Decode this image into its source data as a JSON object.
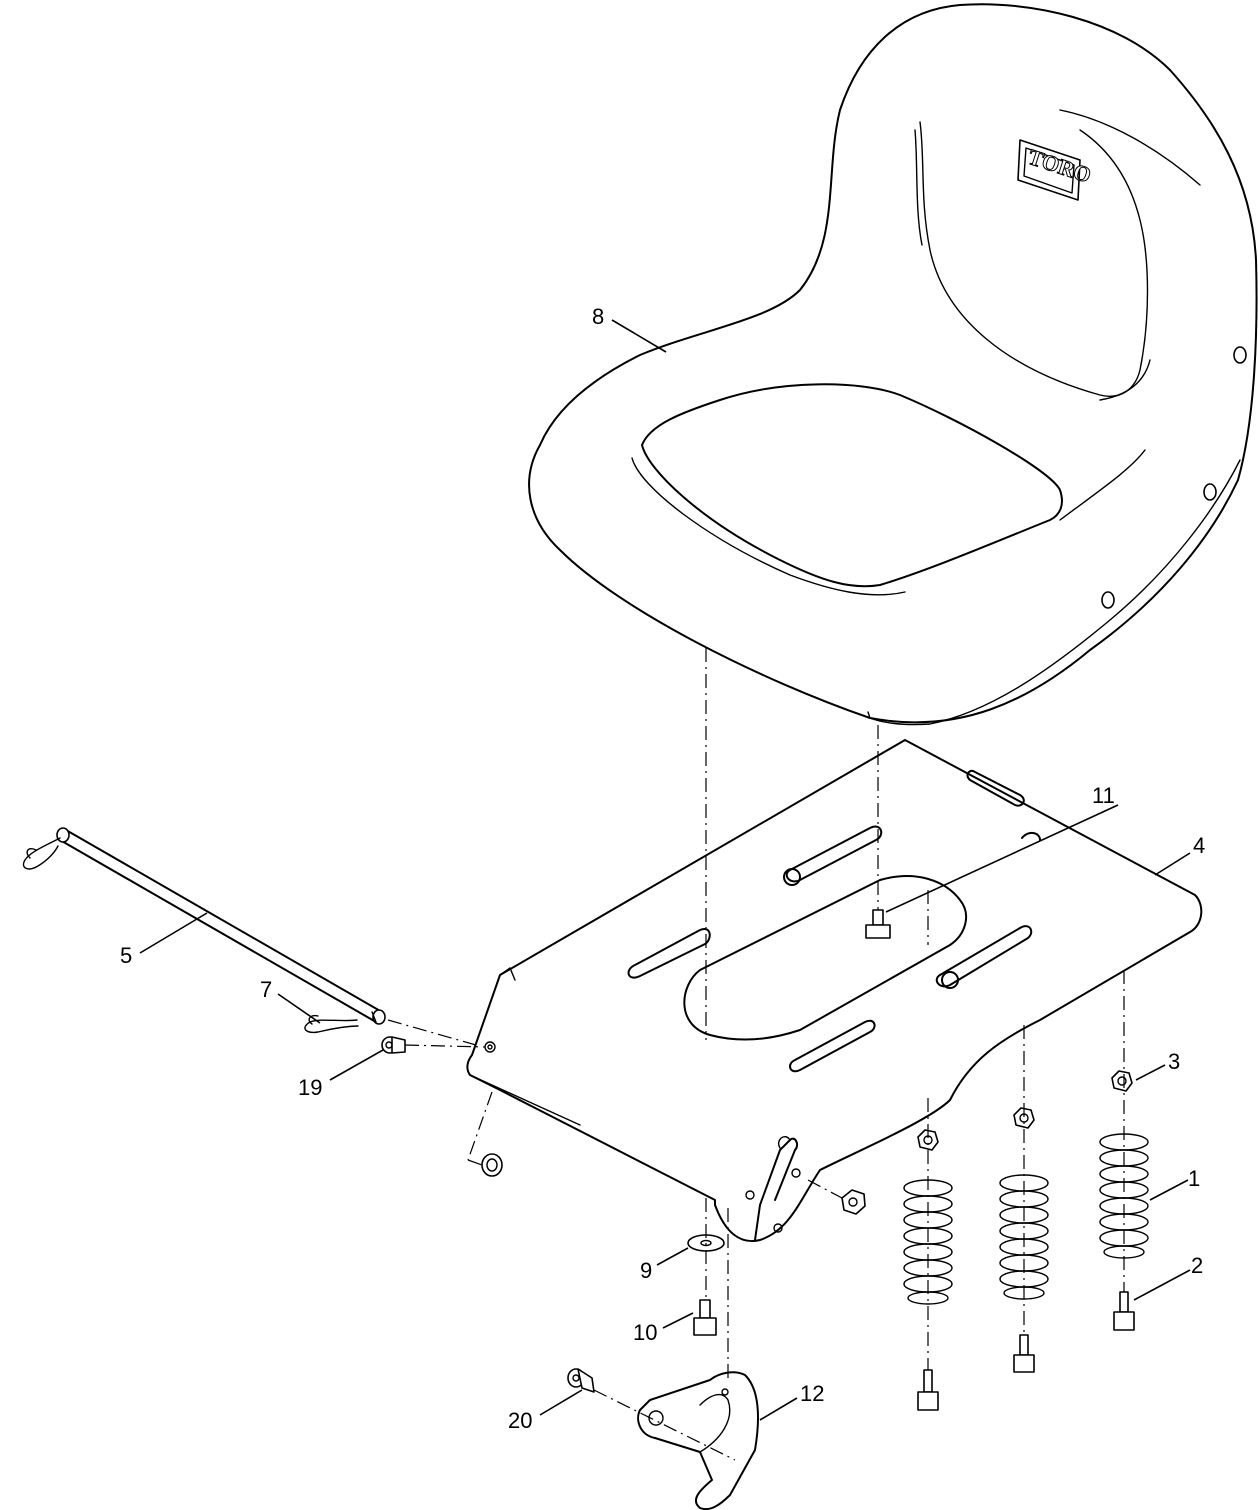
{
  "diagram": {
    "logo_text": "TORO",
    "callouts": [
      {
        "id": "1",
        "label": "1"
      },
      {
        "id": "2",
        "label": "2"
      },
      {
        "id": "3",
        "label": "3"
      },
      {
        "id": "4",
        "label": "4"
      },
      {
        "id": "5",
        "label": "5"
      },
      {
        "id": "7",
        "label": "7"
      },
      {
        "id": "8",
        "label": "8"
      },
      {
        "id": "9",
        "label": "9"
      },
      {
        "id": "10",
        "label": "10"
      },
      {
        "id": "11",
        "label": "11"
      },
      {
        "id": "12",
        "label": "12"
      },
      {
        "id": "19",
        "label": "19"
      },
      {
        "id": "20",
        "label": "20"
      }
    ]
  }
}
